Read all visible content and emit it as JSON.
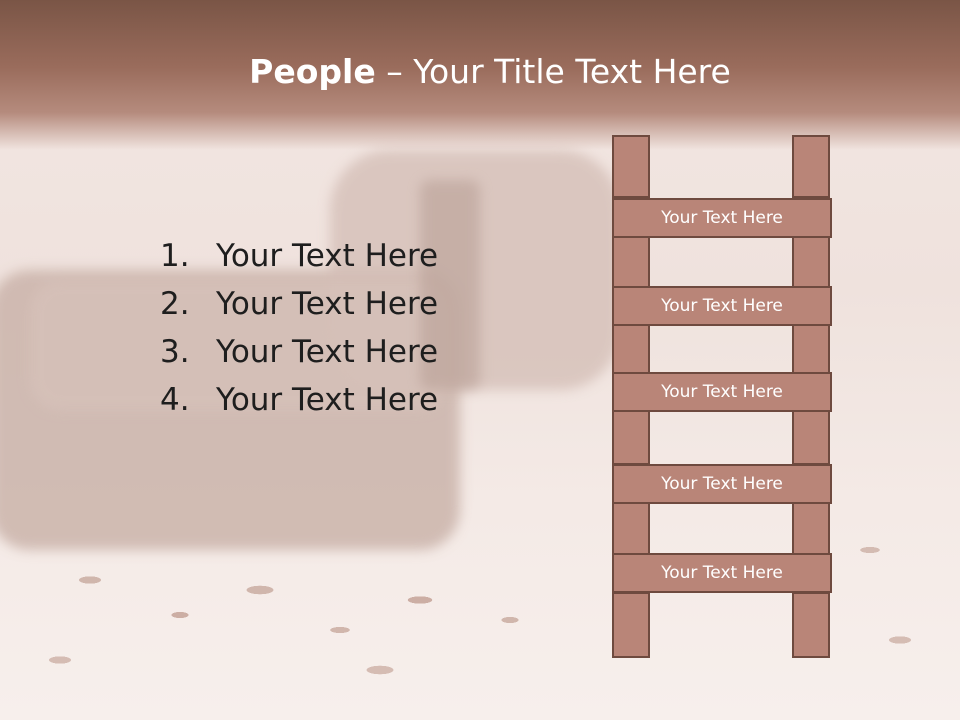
{
  "title": {
    "bold": "People",
    "dash": " – ",
    "rest": "Your Title Text Here"
  },
  "list": {
    "items": [
      {
        "num": "1.",
        "text": "Your Text Here"
      },
      {
        "num": "2.",
        "text": "Your Text Here"
      },
      {
        "num": "3.",
        "text": "Your Text Here"
      },
      {
        "num": "4.",
        "text": "Your Text Here"
      }
    ]
  },
  "ladder": {
    "rungs": [
      "Your Text Here",
      "Your Text Here",
      "Your Text Here",
      "Your Text Here",
      "Your Text Here"
    ]
  },
  "colors": {
    "title_bar": "#9a6c5c",
    "ladder_fill": "#b98578",
    "ladder_border": "#6e4a3f",
    "text": "#1e1e1e"
  }
}
